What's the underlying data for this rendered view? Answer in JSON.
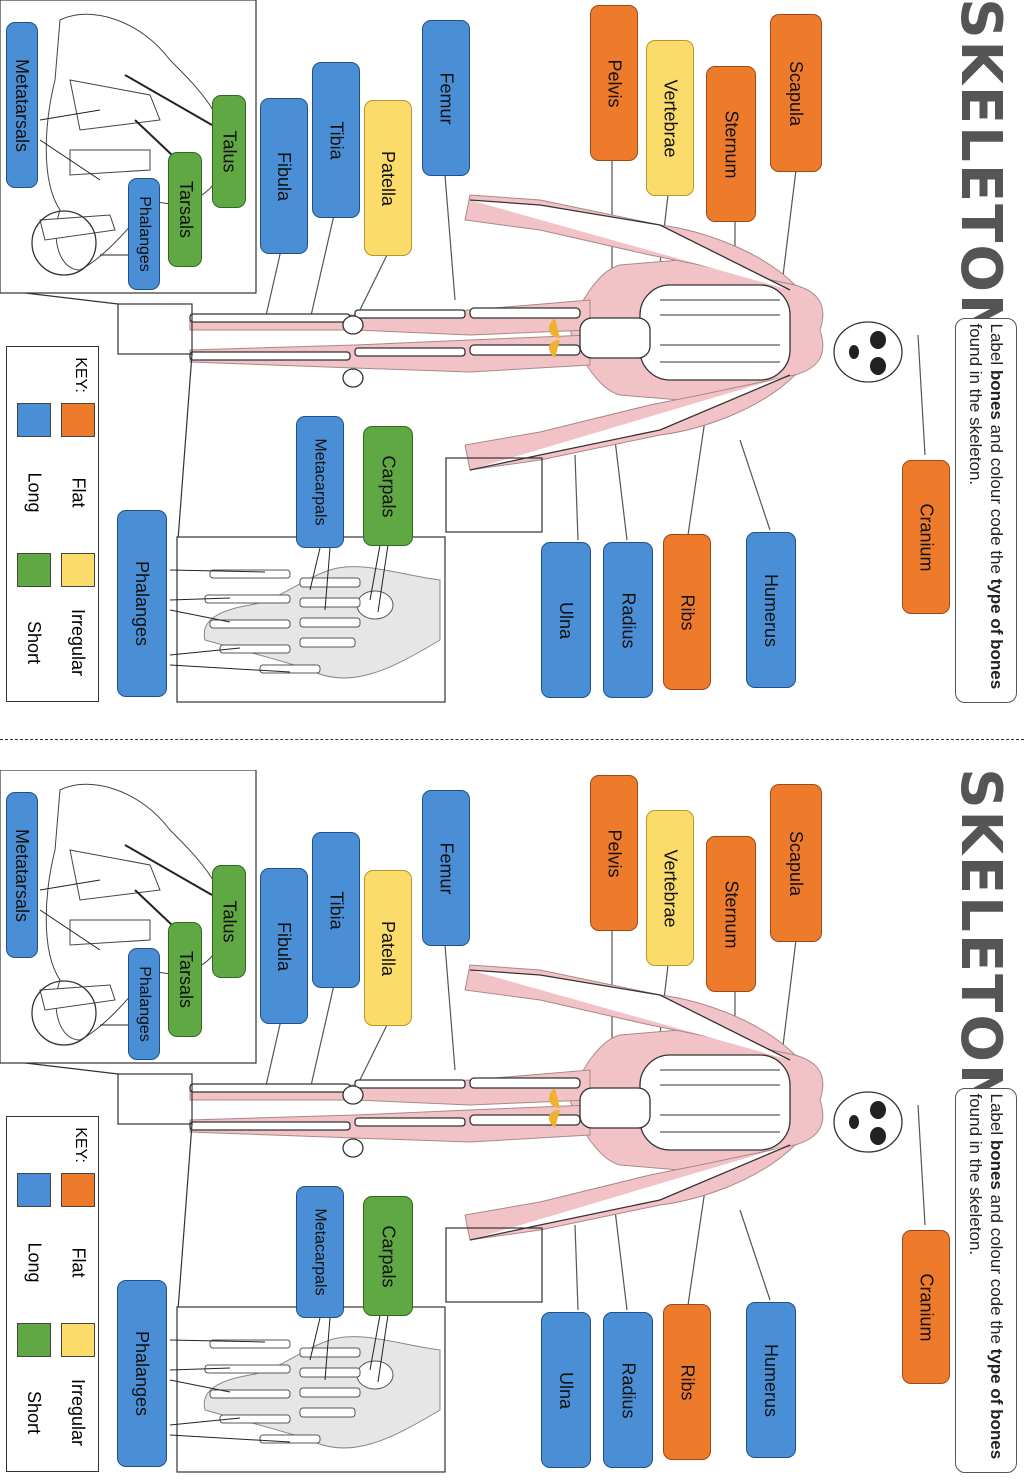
{
  "title": "SKELETON",
  "instruction": {
    "part1": "Label ",
    "bold1": "bones",
    "part2": " and colour code the ",
    "bold2": "type of bones",
    "part3": " found in the skeleton."
  },
  "key": {
    "title": "KEY:",
    "items": [
      {
        "label": "Flat",
        "color": "#ee7a2c"
      },
      {
        "label": "Irregular",
        "color": "#fbdc6a"
      },
      {
        "label": "Long",
        "color": "#4a8fd6"
      },
      {
        "label": "Short",
        "color": "#60a843"
      }
    ]
  },
  "colors": {
    "flat": "#ee7a2c",
    "long": "#4a8fd6",
    "short": "#60a843",
    "irregular": "#fbdc6a",
    "skin": "#f2c3c6"
  },
  "labels": {
    "scapula": "Scapula",
    "sternum": "Sternum",
    "vertebrae": "Vertebrae",
    "pelvis": "Pelvis",
    "femur": "Femur",
    "patella": "Patella",
    "tibia": "Tibia",
    "fibula": "Fibula",
    "talus": "Talus",
    "tarsals": "Tarsals",
    "phalanges_foot": "Phalanges",
    "metatarsals": "Metatarsals",
    "cranium": "Cranium",
    "humerus": "Humerus",
    "ribs": "Ribs",
    "radius": "Radius",
    "ulna": "Ulna",
    "carpals": "Carpals",
    "metacarpals": "Metacarpals",
    "phalanges_hand": "Phalanges"
  }
}
